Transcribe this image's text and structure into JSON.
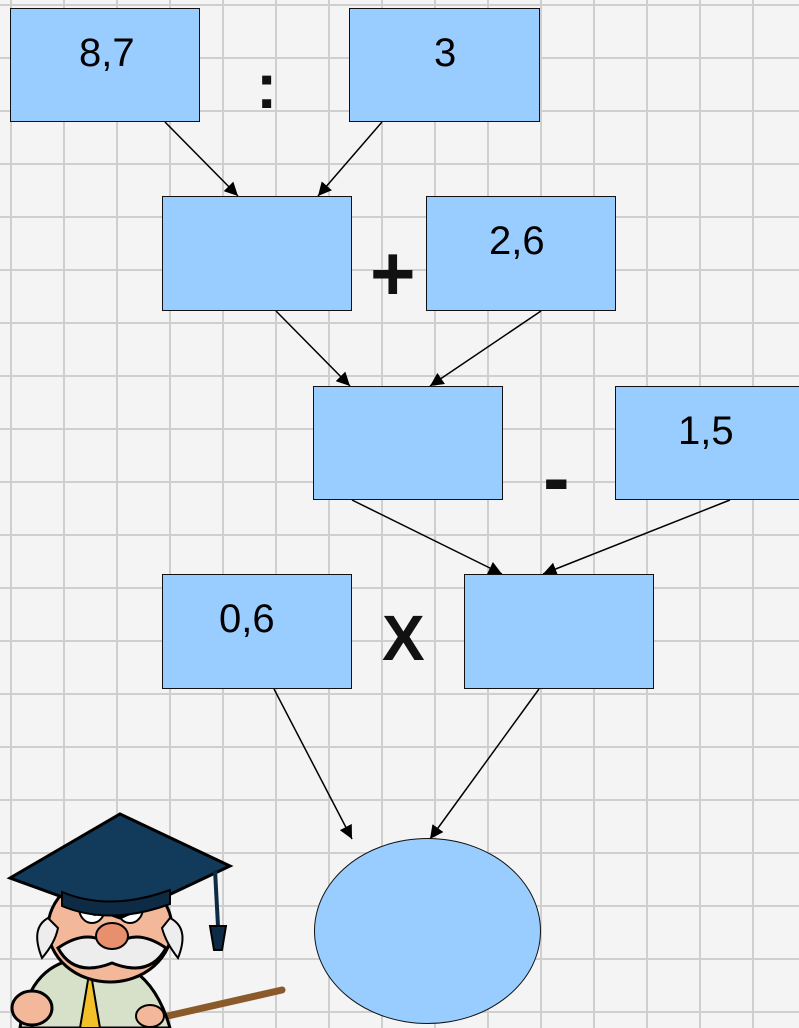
{
  "diagram": {
    "boxes": {
      "top_left": "8,7",
      "top_right": "3",
      "row2_left": "",
      "row2_right": "2,6",
      "row3_left": "",
      "row3_right": "1,5",
      "row4_left": "0,6",
      "row4_right": ""
    },
    "operators": {
      "divide": ":",
      "plus": "+",
      "minus": "-",
      "multiply": "X"
    },
    "result": ""
  },
  "colors": {
    "box_fill": "#99ccff",
    "outline": "#111111",
    "grid_line": "#cfcfcf",
    "background": "#f4f4f4"
  },
  "mascot": {
    "icon": "professor-owl-mascot-icon"
  }
}
